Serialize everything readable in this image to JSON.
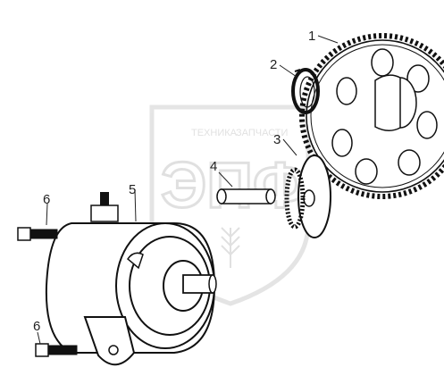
{
  "diagram": {
    "callouts": [
      {
        "id": "ring-gear",
        "label": "1"
      },
      {
        "id": "snap-ring",
        "label": "2"
      },
      {
        "id": "pinion-gear",
        "label": "3"
      },
      {
        "id": "shaft",
        "label": "4"
      },
      {
        "id": "starter-motor",
        "label": "5"
      },
      {
        "id": "bolt-upper",
        "label": "6"
      },
      {
        "id": "bolt-lower",
        "label": "6"
      }
    ],
    "watermark": {
      "line1": "ТЕХНИКА",
      "line2": "ЗАПЧАСТИ",
      "logo": "ЭПФ"
    }
  }
}
